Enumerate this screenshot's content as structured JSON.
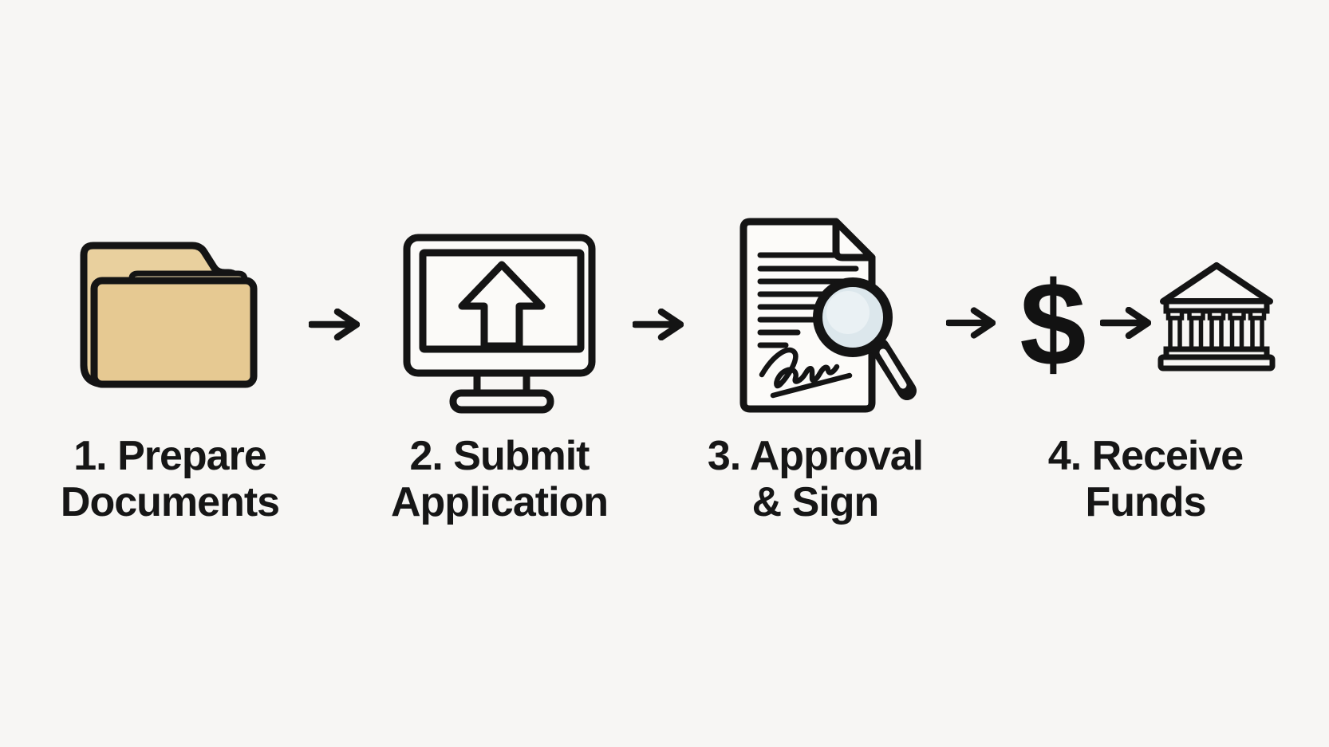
{
  "canvas": {
    "background": "#f7f6f4",
    "outline_color": "#141414",
    "text_color": "#161616"
  },
  "flow": {
    "arrow_glyph": "→",
    "steps": [
      {
        "title_line1": "1. Prepare",
        "title_line2": "Documents",
        "icon": "folder-icon",
        "icon_colors": {
          "folder_front": "#e6c992",
          "folder_back": "#e9d09e",
          "folder_paper": "#f1ddae"
        }
      },
      {
        "title_line1": "2. Submit",
        "title_line2": "Application",
        "icon": "monitor-upload-icon"
      },
      {
        "title_line1": "3. Approval",
        "title_line2": "& Sign",
        "icon": "document-magnifier-icon",
        "icon_colors": {
          "lens": "#dce7ec"
        }
      },
      {
        "title_line1": "4. Receive",
        "title_line2": "Funds",
        "icon": "dollar-bank-icon",
        "dollar_glyph": "$"
      }
    ]
  }
}
